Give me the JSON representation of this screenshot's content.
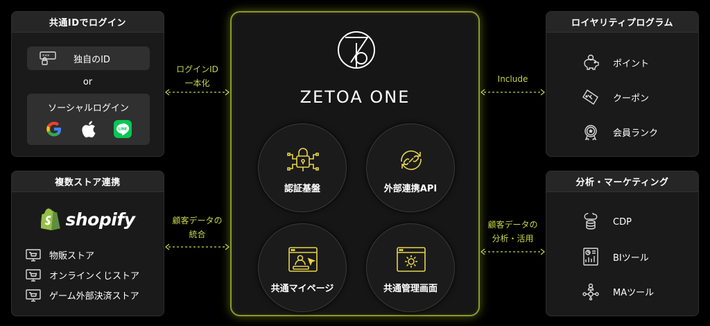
{
  "login": {
    "title": "共通IDでログイン",
    "own_id": "独自のID",
    "or": "or",
    "social": "ソーシャルログイン",
    "social_icons": [
      "google-icon",
      "apple-icon",
      "line-icon"
    ]
  },
  "store": {
    "title": "複数ストア連携",
    "brand": "shopify",
    "items": [
      "物販ストア",
      "オンラインくじストア",
      "ゲーム外部決済ストア"
    ]
  },
  "loyalty": {
    "title": "ロイヤリティプログラム",
    "items": [
      "ポイント",
      "クーポン",
      "会員ランク"
    ]
  },
  "analytics": {
    "title": "分析・マーケティング",
    "items": [
      "CDP",
      "BIツール",
      "MAツール"
    ]
  },
  "core": {
    "brand": "ZETOA ONE",
    "modules": [
      "認証基盤",
      "外部連携API",
      "共通マイページ",
      "共通管理画面"
    ]
  },
  "connectors": {
    "login": [
      "ログインID",
      "一本化"
    ],
    "store": [
      "顧客データの",
      "統合"
    ],
    "loyalty": [
      "Include"
    ],
    "analytics": [
      "顧客データの",
      "分析・活用"
    ]
  },
  "colors": {
    "accent": "#c8d64a",
    "panel": "#1a1a1a",
    "background": "#000000"
  }
}
